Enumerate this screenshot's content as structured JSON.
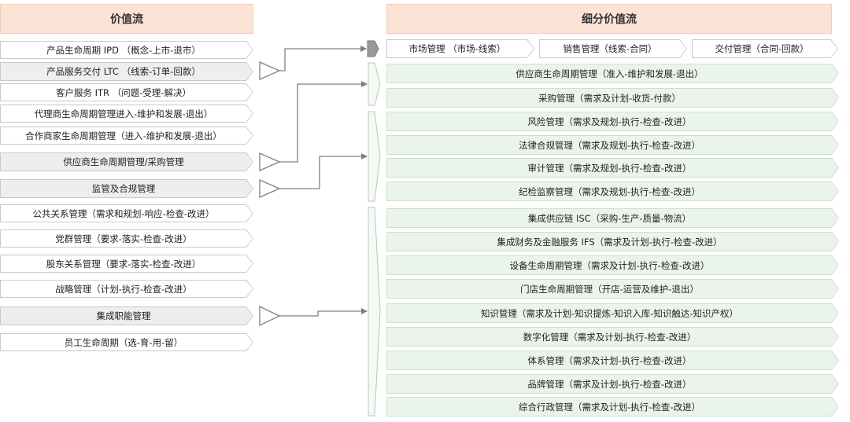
{
  "left": {
    "title": "价值流",
    "items": [
      {
        "label": "产品生命周期 IPD （概念-上市-退市）",
        "shade": "white"
      },
      {
        "label": "产品服务交付 LTC （线索-订单-回款）",
        "shade": "grey"
      },
      {
        "label": "客户服务 ITR （问题-受理-解决）",
        "shade": "white"
      },
      {
        "label": "代理商生命周期管理进入-维护和发展-退出）",
        "shade": "white"
      },
      {
        "label": "合作商家生命周期管理（进入-维护和发展-退出）",
        "shade": "white"
      },
      {
        "label": "供应商生命周期管理/采购管理",
        "shade": "grey"
      },
      {
        "label": "监管及合规管理",
        "shade": "grey"
      },
      {
        "label": "公共关系管理（需求和规划-响应-检查-改进）",
        "shade": "white"
      },
      {
        "label": "党群管理（要求-落实-检查-改进）",
        "shade": "white"
      },
      {
        "label": "股东关系管理（要求-落实-检查-改进）",
        "shade": "white"
      },
      {
        "label": "战略管理（计划-执行-检查-改进）",
        "shade": "white"
      },
      {
        "label": "集成职能管理",
        "shade": "grey"
      },
      {
        "label": "员工生命周期（选-育-用-留）",
        "shade": "white"
      }
    ]
  },
  "right": {
    "title": "细分价值流",
    "top_row": [
      "市场管理 （市场-线索）",
      "销售管理（线索-合同）",
      "交付管理（合同-回款）"
    ],
    "items": [
      "供应商生命周期管理（准入-维护和发展-退出）",
      "采购管理（需求及计划-收货-付款）",
      "风险管理（需求及规划-执行-检查-改进）",
      "法律合规管理（需求及规划-执行-检查-改进）",
      "审计管理（需求及规划-执行-检查-改进）",
      "纪检监察管理（需求及规划-执行-检查-改进）",
      "集成供应链 ISC（采购-生产-质量-物流）",
      "集成财务及金融服务 IFS（需求及计划-执行-检查-改进）",
      "设备生命周期管理（需求及计划-执行-检查-改进）",
      "门店生命周期管理（开店-运营及维护-退出）",
      "知识管理（需求及计划-知识提炼-知识入库-知识触达-知识产权）",
      "数字化管理（需求及计划-执行-检查-改进）",
      "体系管理（需求及计划-执行-检查-改进）",
      "品牌管理（需求及计划-执行-检查-改进）",
      "综合行政管理（需求及计划-执行-检查-改进）"
    ]
  },
  "colors": {
    "header_fill": "#fbe3d5",
    "grey_fill": "#eeeeee",
    "green_fill": "#ebf4ea",
    "connector": "#808080"
  }
}
